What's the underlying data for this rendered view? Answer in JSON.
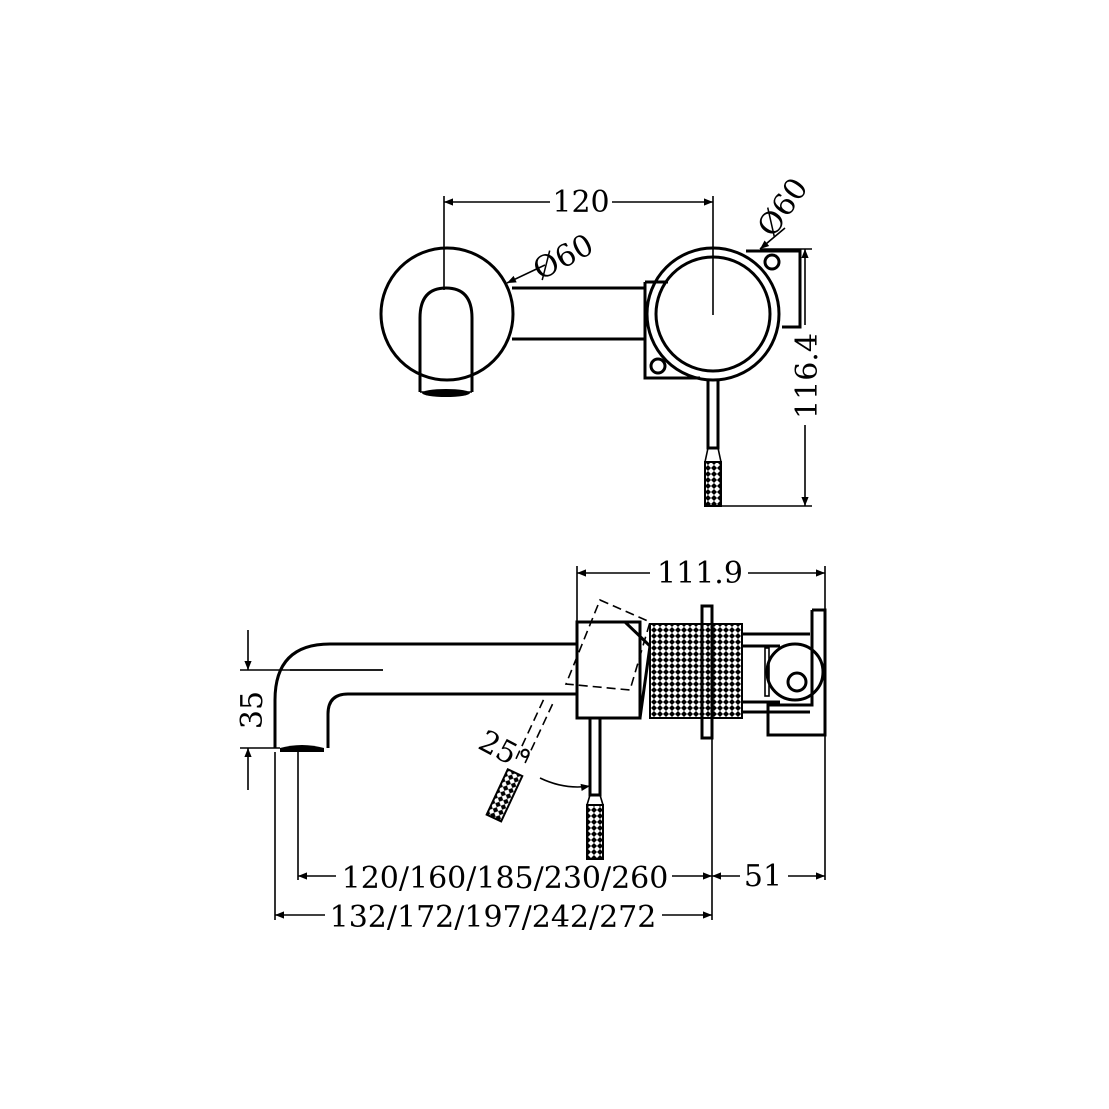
{
  "dimensions": {
    "top_width": "120",
    "top_diameter_left": "Ø60",
    "top_diameter_right": "Ø60",
    "top_height": "116.4",
    "side_depth": "111.9",
    "side_spout_height": "35",
    "side_angle": "25°",
    "side_wall_depth": "51",
    "side_spout_lengths_inner": "120/160/185/230/260",
    "side_spout_lengths_outer": "132/172/197/242/272"
  }
}
